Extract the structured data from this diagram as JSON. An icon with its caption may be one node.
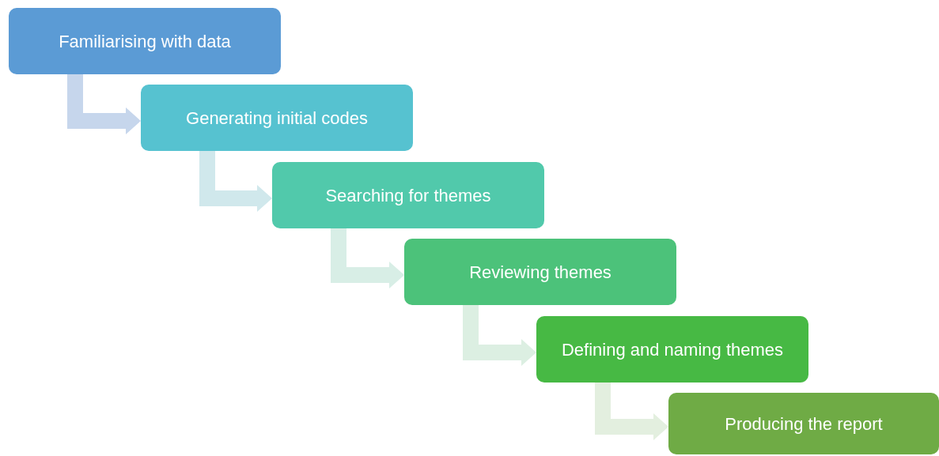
{
  "diagram": {
    "nodes": [
      {
        "text": [
          "Familiarising with data"
        ]
      },
      {
        "text": [
          "Generating initial codes"
        ]
      },
      {
        "text": [
          "Searching for themes"
        ]
      },
      {
        "text": [
          "Reviewing themes"
        ]
      },
      {
        "text": [
          "Defining and naming themes"
        ]
      },
      {
        "text": [
          "Producing the report"
        ]
      }
    ],
    "edges": [
      {
        "from": 0,
        "to": 1,
        "arrow": "to",
        "color": "#c6d6ec"
      },
      {
        "from": 1,
        "to": 2,
        "arrow": "to",
        "color": "#d0e8ec"
      },
      {
        "from": 2,
        "to": 3,
        "arrow": "to",
        "color": "#d8eee6"
      },
      {
        "from": 3,
        "to": 4,
        "arrow": "to",
        "color": "#dcefe2"
      },
      {
        "from": 4,
        "to": 5,
        "arrow": "to",
        "color": "#e3efdf"
      }
    ]
  }
}
